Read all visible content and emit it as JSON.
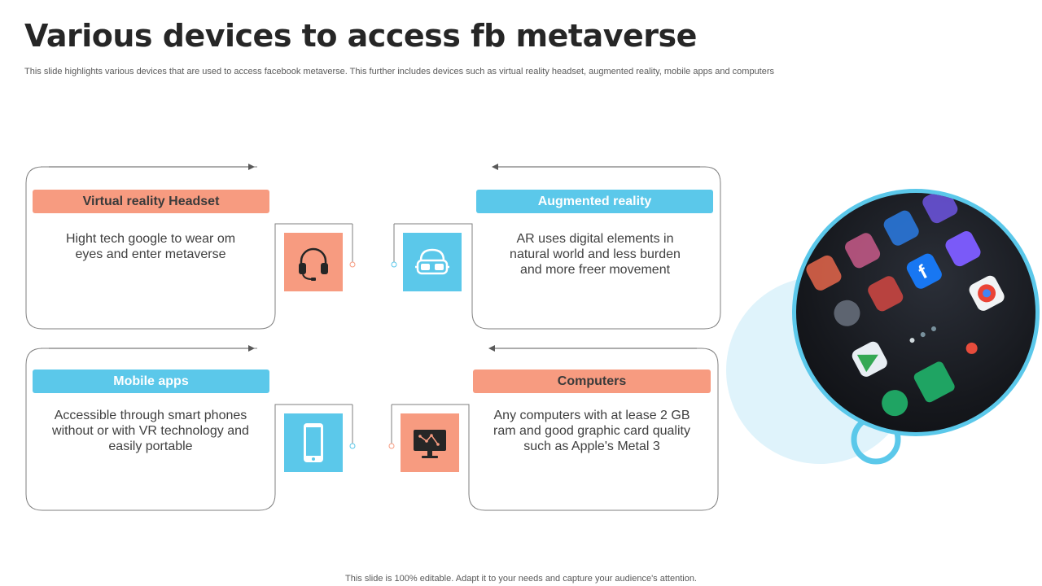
{
  "title": "Various devices to access fb metaverse",
  "subtitle": "This slide highlights various devices that are used to access facebook metaverse. This further includes devices such as virtual reality headset, augmented reality, mobile apps and computers",
  "footer": "This slide is 100% editable. Adapt it to your needs and capture your audience's attention.",
  "cards": {
    "vr": {
      "label": "Virtual reality Headset",
      "text": "Hight tech google to wear om eyes and enter metaverse",
      "icon": "headset-icon"
    },
    "ar": {
      "label": "Augmented reality",
      "text": "AR uses digital elements in natural world and less burden and more freer movement",
      "icon": "vr-goggles-icon"
    },
    "mobile": {
      "label": "Mobile apps",
      "text": "Accessible through smart phones without or with VR technology and easily portable",
      "icon": "smartphone-icon"
    },
    "computers": {
      "label": "Computers",
      "text": "Any computers with at lease 2 GB ram and good graphic card quality such as Apple's Metal 3",
      "icon": "monitor-icon"
    }
  },
  "colors": {
    "salmon": "#f79b80",
    "blue": "#5bc8ea",
    "outline": "#7f7f7f",
    "ring": "#5bc8ea",
    "pale_blue": "#dff3fb"
  }
}
